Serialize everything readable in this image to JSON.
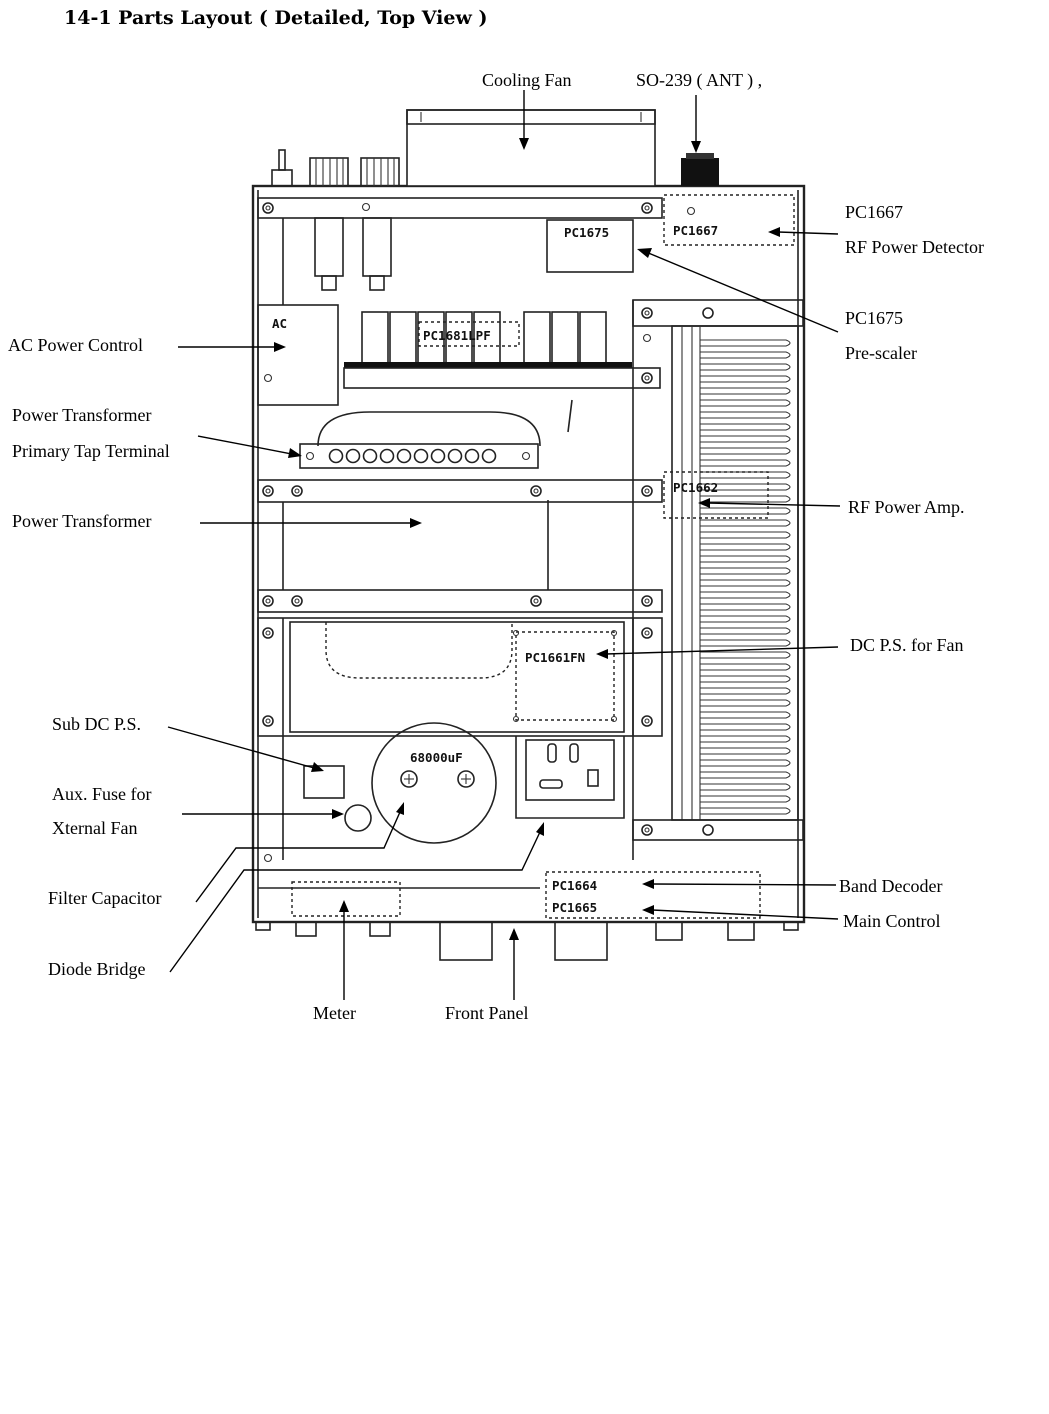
{
  "title": "14-1 Parts Layout ( Detailed, Top View )",
  "labels": {
    "cooling_fan": "Cooling Fan",
    "so239": "SO-239 ( ANT ) ,",
    "pc1667": "PC1667",
    "rf_power_detector": "RF Power Detector",
    "pc1675": "PC1675",
    "pre_scaler": "Pre-scaler",
    "ac_power_control": "AC Power Control",
    "power_transformer_line1": "Power Transformer",
    "primary_tap_terminal": "Primary Tap Terminal",
    "power_transformer": "Power Transformer",
    "rf_power_amp": "RF Power Amp.",
    "dc_ps_fan": "DC P.S. for Fan",
    "sub_dc_ps": "Sub DC P.S.",
    "aux_fuse_line1": "Aux. Fuse for",
    "xternal_fan": "Xternal Fan",
    "filter_capacitor": "Filter Capacitor",
    "band_decoder": "Band Decoder",
    "main_control": "Main Control",
    "diode_bridge": "Diode Bridge",
    "meter": "Meter",
    "front_panel": "Front Panel"
  },
  "board_labels": {
    "pc1675": "PC1675",
    "pc1667": "PC1667",
    "ac": "AC",
    "pc1681lpf": "PC1681LPF",
    "pc1662": "PC1662",
    "pc1661fn": "PC1661FN",
    "cap_value": "68000uF",
    "pc1664": "PC1664",
    "pc1665": "PC1665"
  }
}
